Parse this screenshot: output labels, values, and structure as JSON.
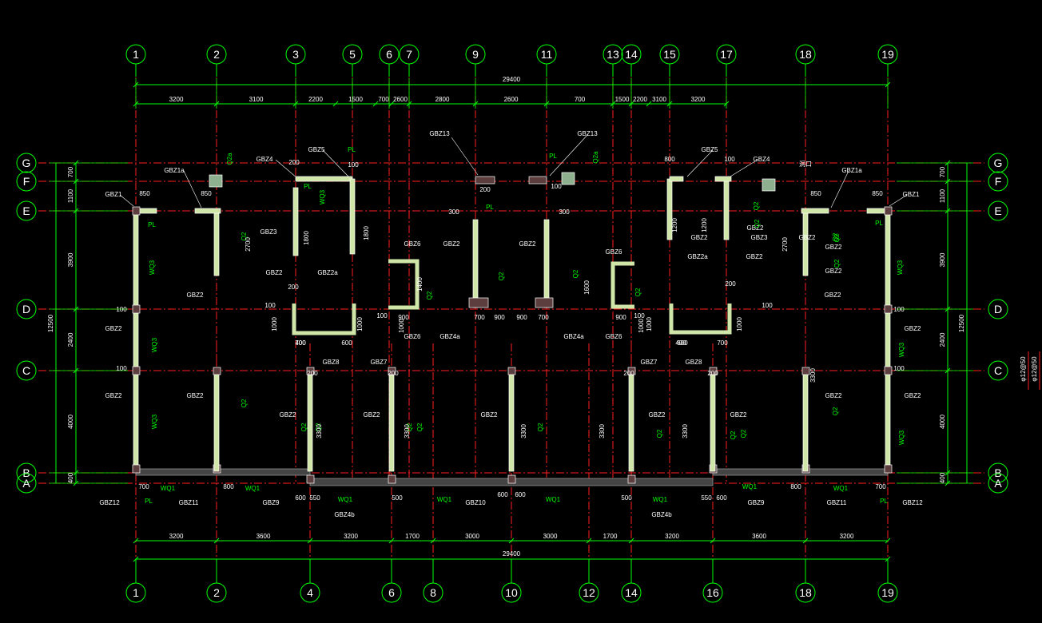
{
  "colors": {
    "background": "#000000",
    "axis": "#ff2020",
    "dimension": "#00ff00",
    "text": "#ffffff",
    "wall_fill": "#5c3e3e",
    "wall_edge": "#ffffff",
    "wall_core": "#cfe6a8",
    "beam": "#a0a0a0"
  },
  "grid": {
    "top_axes": [
      "1",
      "2",
      "3",
      "5",
      "6",
      "7",
      "9",
      "11",
      "13",
      "14",
      "15",
      "17",
      "18",
      "19"
    ],
    "bottom_axes": [
      "1",
      "2",
      "4",
      "6",
      "8",
      "10",
      "12",
      "14",
      "16",
      "18",
      "19"
    ],
    "left_axes": [
      "G",
      "F",
      "E",
      "D",
      "C",
      "B",
      "A"
    ],
    "right_axes": [
      "G",
      "F",
      "E",
      "D",
      "C",
      "B",
      "A"
    ]
  },
  "dims": {
    "top_total": "29400",
    "top_segments": [
      "3200",
      "3100",
      "2200",
      "1500",
      "700",
      "2600",
      "2800",
      "2600",
      "700",
      "1500",
      "2200",
      "3100",
      "3200"
    ],
    "bottom_total": "29400",
    "bottom_segments": [
      "3200",
      "3600",
      "3200",
      "1700",
      "3000",
      "3000",
      "1700",
      "3200",
      "3600",
      "3200"
    ],
    "left_segments": [
      "700",
      "1100",
      "3900",
      "2400",
      "4000",
      "400"
    ],
    "left_total": "12500",
    "right_segments": [
      "700",
      "1100",
      "3900",
      "2400",
      "4000",
      "400"
    ],
    "right_total": "12500"
  },
  "side_text": [
    "φ12@50",
    "φ12@50"
  ],
  "labels": [
    {
      "t": "GBZ1"
    },
    {
      "t": "GBZ1a"
    },
    {
      "t": "GBZ4"
    },
    {
      "t": "GBZ5"
    },
    {
      "t": "GBZ13"
    },
    {
      "t": "GBZ13"
    },
    {
      "t": "GBZ5"
    },
    {
      "t": "GBZ4"
    },
    {
      "t": "GBZ1a"
    },
    {
      "t": "GBZ1"
    },
    {
      "t": "GBZ3"
    },
    {
      "t": "GBZ2"
    },
    {
      "t": "GBZ2a"
    },
    {
      "t": "GBZ6"
    },
    {
      "t": "GBZ2"
    },
    {
      "t": "GBZ2"
    },
    {
      "t": "GBZ6"
    },
    {
      "t": "GBZ2a"
    },
    {
      "t": "GBZ3"
    },
    {
      "t": "GBZ2"
    },
    {
      "t": "GBZ2"
    },
    {
      "t": "GBZ2"
    },
    {
      "t": "GBZ2"
    },
    {
      "t": "GBZ2"
    },
    {
      "t": "GBZ6"
    },
    {
      "t": "GBZ4a"
    },
    {
      "t": "GBZ4a"
    },
    {
      "t": "GBZ6"
    },
    {
      "t": "GBZ2"
    },
    {
      "t": "GBZ2"
    },
    {
      "t": "GBZ8"
    },
    {
      "t": "GBZ7"
    },
    {
      "t": "GBZ7"
    },
    {
      "t": "GBZ8"
    },
    {
      "t": "GBZ2"
    },
    {
      "t": "GBZ2"
    },
    {
      "t": "GBZ2"
    },
    {
      "t": "GBZ2"
    },
    {
      "t": "GBZ2"
    },
    {
      "t": "GBZ2"
    },
    {
      "t": "GBZ2"
    },
    {
      "t": "GBZ2"
    },
    {
      "t": "GBZ2"
    },
    {
      "t": "GBZ2"
    },
    {
      "t": "GBZ2"
    },
    {
      "t": "GBZ2"
    },
    {
      "t": "GBZ12"
    },
    {
      "t": "GBZ11"
    },
    {
      "t": "GBZ9"
    },
    {
      "t": "GBZ4b"
    },
    {
      "t": "GBZ10"
    },
    {
      "t": "GBZ4b"
    },
    {
      "t": "GBZ9"
    },
    {
      "t": "GBZ11"
    },
    {
      "t": "GBZ12"
    },
    {
      "t": "WQ1"
    },
    {
      "t": "WQ1"
    },
    {
      "t": "WQ1"
    },
    {
      "t": "WQ1"
    },
    {
      "t": "WQ1"
    },
    {
      "t": "WQ1"
    },
    {
      "t": "WQ1"
    },
    {
      "t": "WQ1"
    },
    {
      "t": "PL"
    },
    {
      "t": "PL"
    },
    {
      "t": "PL"
    },
    {
      "t": "PL"
    },
    {
      "t": "PL"
    },
    {
      "t": "PL"
    },
    {
      "t": "PL"
    },
    {
      "t": "PL"
    },
    {
      "t": "WQ3"
    },
    {
      "t": "WQ3"
    },
    {
      "t": "WQ3"
    },
    {
      "t": "WQ3"
    },
    {
      "t": "WQ3"
    },
    {
      "t": "WQ3"
    },
    {
      "t": "WQ3"
    },
    {
      "t": "Q2"
    },
    {
      "t": "Q2"
    },
    {
      "t": "Q2"
    },
    {
      "t": "Q2"
    },
    {
      "t": "Q2"
    },
    {
      "t": "Q2"
    },
    {
      "t": "Q2"
    },
    {
      "t": "Q2"
    },
    {
      "t": "Q2"
    },
    {
      "t": "Q2"
    },
    {
      "t": "Q2"
    },
    {
      "t": "Q2"
    },
    {
      "t": "Q2"
    },
    {
      "t": "Q2"
    },
    {
      "t": "Q2"
    },
    {
      "t": "Q2"
    },
    {
      "t": "Q2"
    },
    {
      "t": "Q2"
    },
    {
      "t": "Q2"
    },
    {
      "t": "Q2"
    },
    {
      "t": "Q2a"
    },
    {
      "t": "Q2a"
    },
    {
      "t": "洞口"
    },
    {
      "t": "洞口"
    },
    {
      "t": "洞口"
    }
  ],
  "inner_dims": [
    "850",
    "850",
    "200",
    "100",
    "200",
    "100",
    "800",
    "100",
    "850",
    "850",
    "2700",
    "1800",
    "1800",
    "1200",
    "1200",
    "2700",
    "1400",
    "1600",
    "200",
    "200",
    "100",
    "100",
    "900",
    "700",
    "900",
    "900",
    "700",
    "900",
    "100",
    "100",
    "1000",
    "1000",
    "1000",
    "1000",
    "700",
    "600",
    "600",
    "700",
    "100",
    "100",
    "100",
    "100",
    "200",
    "200",
    "200",
    "200",
    "3300",
    "3300",
    "3300",
    "3300",
    "3300",
    "3300",
    "700",
    "800",
    "600",
    "550",
    "500",
    "600",
    "600",
    "500",
    "550",
    "600",
    "800",
    "700",
    "400",
    "400",
    "1000",
    "1000",
    "300",
    "300"
  ]
}
